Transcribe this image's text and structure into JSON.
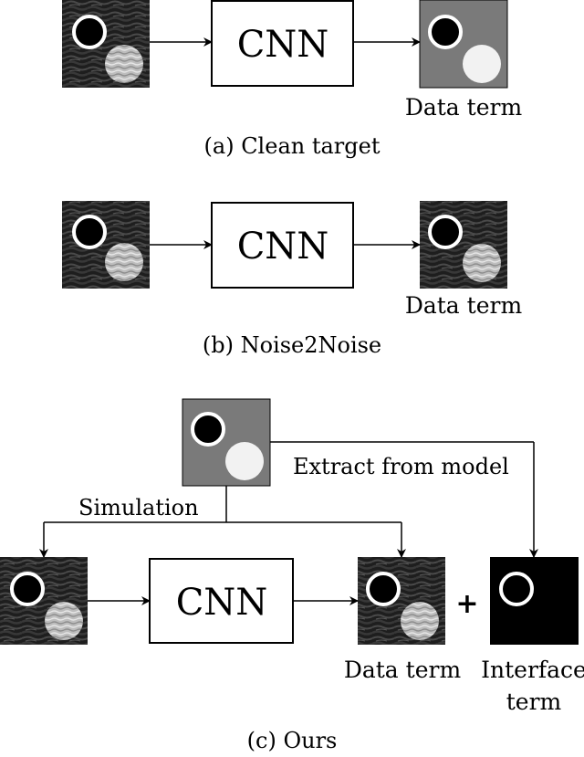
{
  "diagram": {
    "panels": {
      "a": {
        "cnn_label": "CNN",
        "output_label": "Data term",
        "caption": "(a) Clean target"
      },
      "b": {
        "cnn_label": "CNN",
        "output_label": "Data term",
        "caption": "(b) Noise2Noise"
      },
      "c": {
        "cnn_label": "CNN",
        "simulation_label": "Simulation",
        "extract_label": "Extract from model",
        "plus_sign": "+",
        "data_term_label": "Data term",
        "interface_term_label_line1": "Interface",
        "interface_term_label_line2": "term",
        "caption": "(c) Ours"
      }
    }
  },
  "colors": {
    "noise_dark": "#1c1c1c",
    "noise_light": "#4a4a4a",
    "clean_gray": "#7a7a7a",
    "interface_black": "#000000",
    "disc_white": "#f2f2f2"
  }
}
